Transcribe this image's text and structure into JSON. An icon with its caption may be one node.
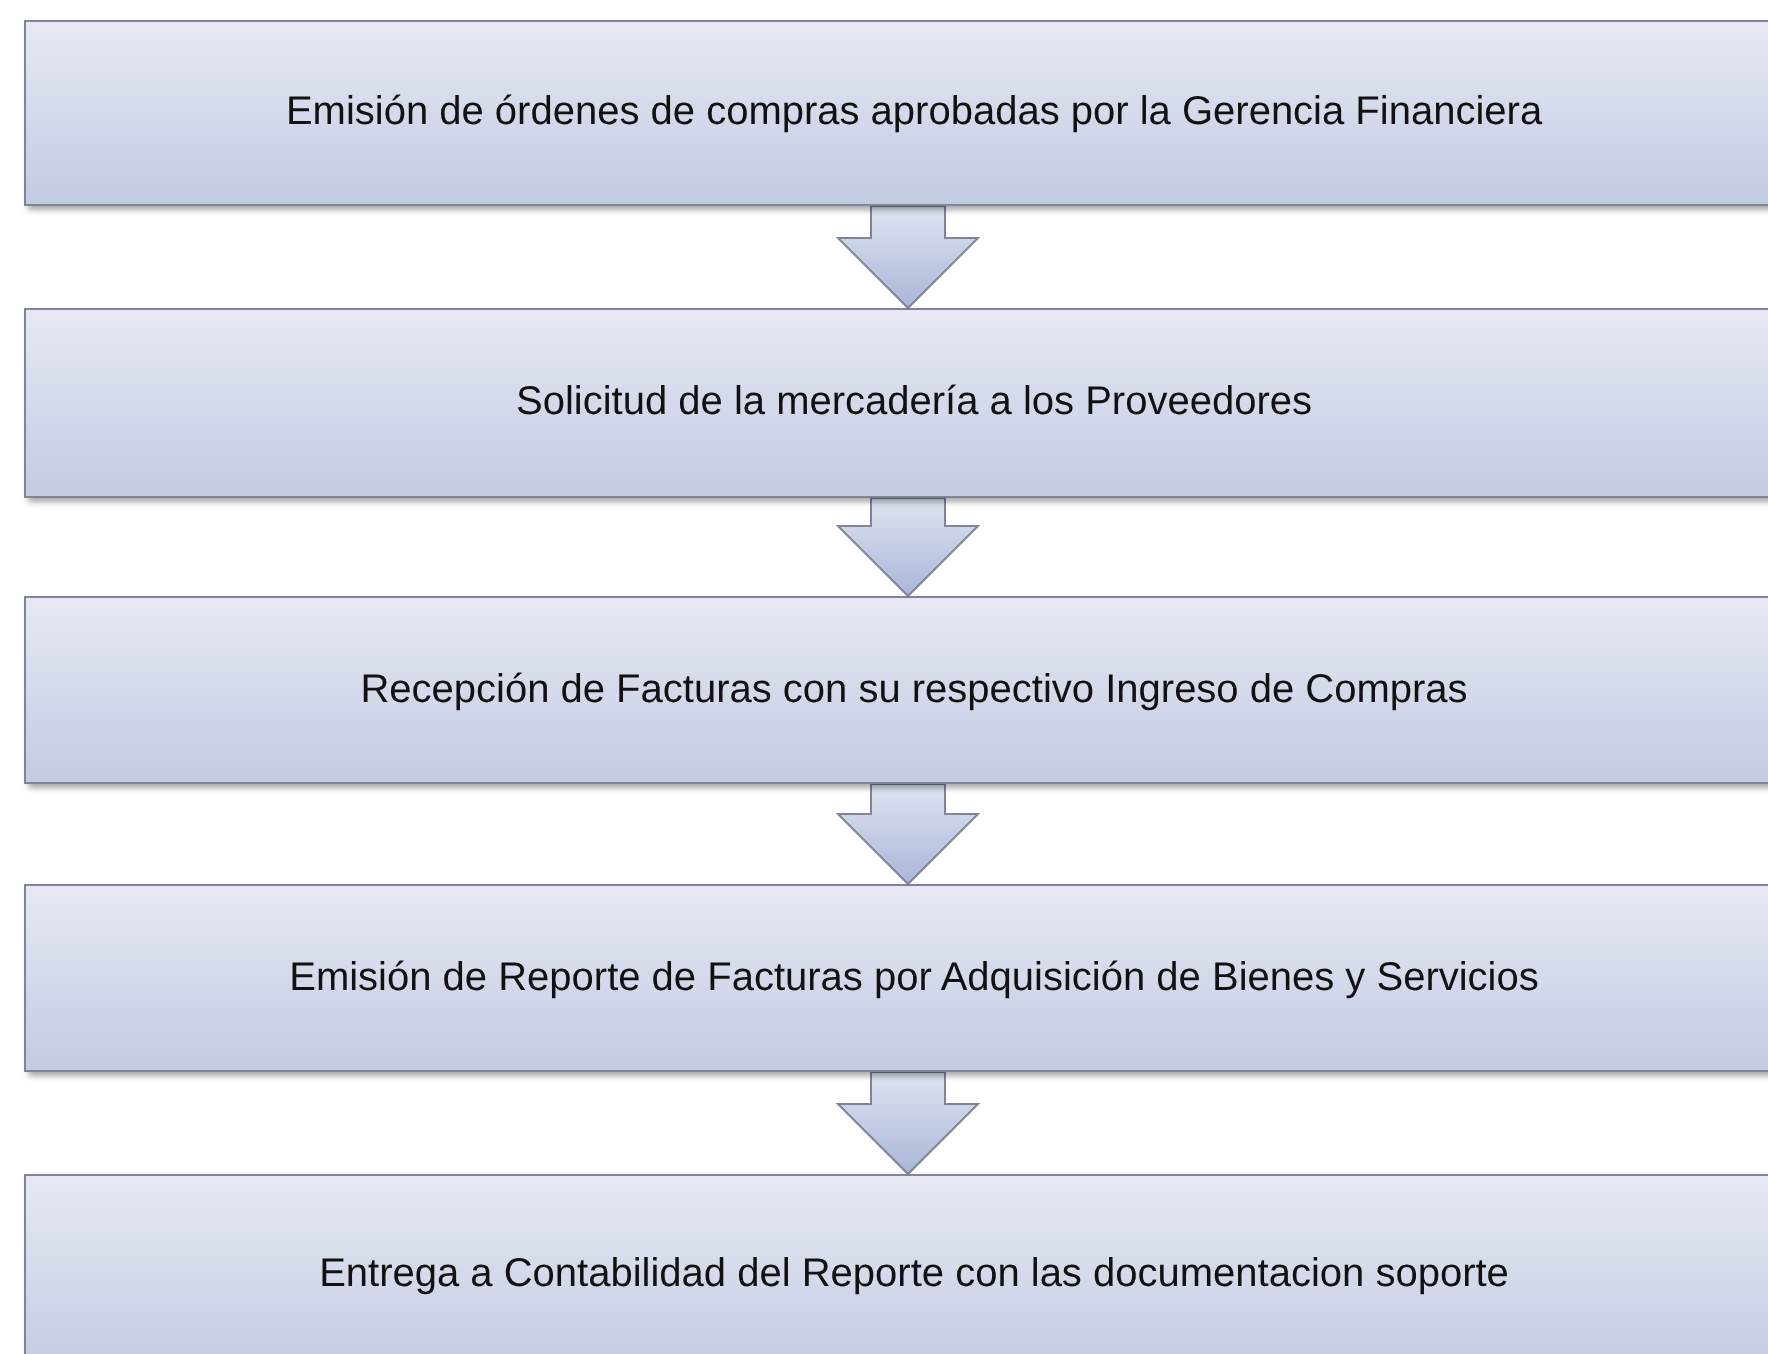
{
  "diagram": {
    "nodes": [
      {
        "text": [
          "Emisión de órdenes de compras aprobadas por la Gerencia Financiera"
        ]
      },
      {
        "text": [
          "Solicitud de la mercadería a los Proveedores"
        ]
      },
      {
        "text": [
          "Recepción de Facturas con su respectivo Ingreso de Compras"
        ]
      },
      {
        "text": [
          "Emisión de Reporte de Facturas por Adquisición de Bienes y Servicios"
        ]
      },
      {
        "text": [
          "Entrega a Contabilidad del Reporte con las documentacion soporte"
        ]
      }
    ],
    "edges": [
      {
        "from": 0,
        "to": 1,
        "arrow": "to"
      },
      {
        "from": 1,
        "to": 2,
        "arrow": "to"
      },
      {
        "from": 2,
        "to": 3,
        "arrow": "to"
      },
      {
        "from": 3,
        "to": 4,
        "arrow": "to"
      }
    ]
  }
}
